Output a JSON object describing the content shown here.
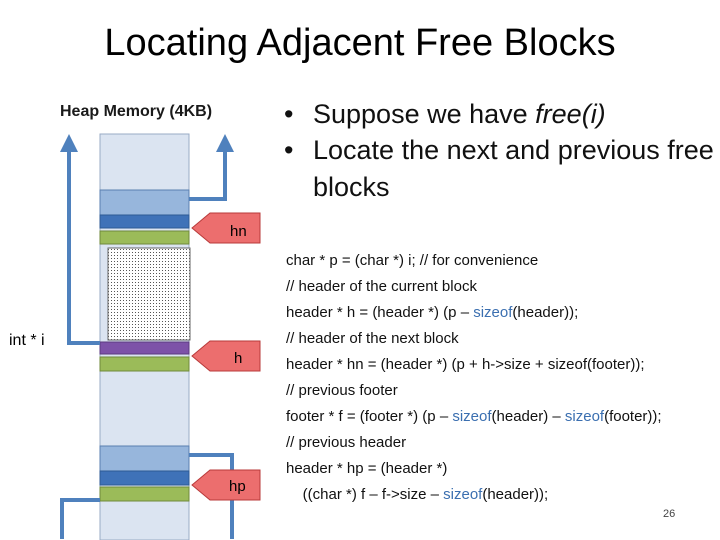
{
  "slide": {
    "title": "Locating Adjacent Free Blocks",
    "page_number": "26"
  },
  "diagram": {
    "heap_label": "Heap Memory (4KB)",
    "pointer_label": "int * i",
    "markers": [
      "hn",
      "h",
      "hp"
    ],
    "colors": {
      "heap_background": "#dbe4f1",
      "header_light": "#97b6dc",
      "header_dark": "#3f72b8",
      "footer_green": "#9bbb59",
      "purple": "#7d52a8",
      "arrow_fill": "#ec6e6e",
      "arrow_stroke": "#b83a3a",
      "pointer_line": "#4f81bd"
    }
  },
  "bullets": [
    "Suppose we have ",
    "free(i)",
    "Locate the next and previous free blocks"
  ],
  "code": [
    [
      {
        "t": "char * p = (char *) i; // for convenience"
      }
    ],
    [
      {
        "t": "// header of the current block"
      }
    ],
    [
      {
        "t": "header * h = (header *) (p – "
      },
      {
        "t": "sizeof",
        "k": 1
      },
      {
        "t": "(header));"
      }
    ],
    [
      {
        "t": "// header of the next block"
      }
    ],
    [
      {
        "t": "header * hn = (header *) (p + h->size + sizeof(footer));"
      }
    ],
    [
      {
        "t": "// previous footer"
      }
    ],
    [
      {
        "t": "footer * f = (footer *) (p – "
      },
      {
        "t": "sizeof",
        "k": 1
      },
      {
        "t": "(header) – "
      },
      {
        "t": "sizeof",
        "k": 1
      },
      {
        "t": "(footer));"
      }
    ],
    [
      {
        "t": "// previous header"
      }
    ],
    [
      {
        "t": "header * hp = (header *)"
      }
    ],
    [
      {
        "t": "    ((char *) f – f->size – "
      },
      {
        "t": "sizeof",
        "k": 1
      },
      {
        "t": "(header));"
      }
    ]
  ]
}
